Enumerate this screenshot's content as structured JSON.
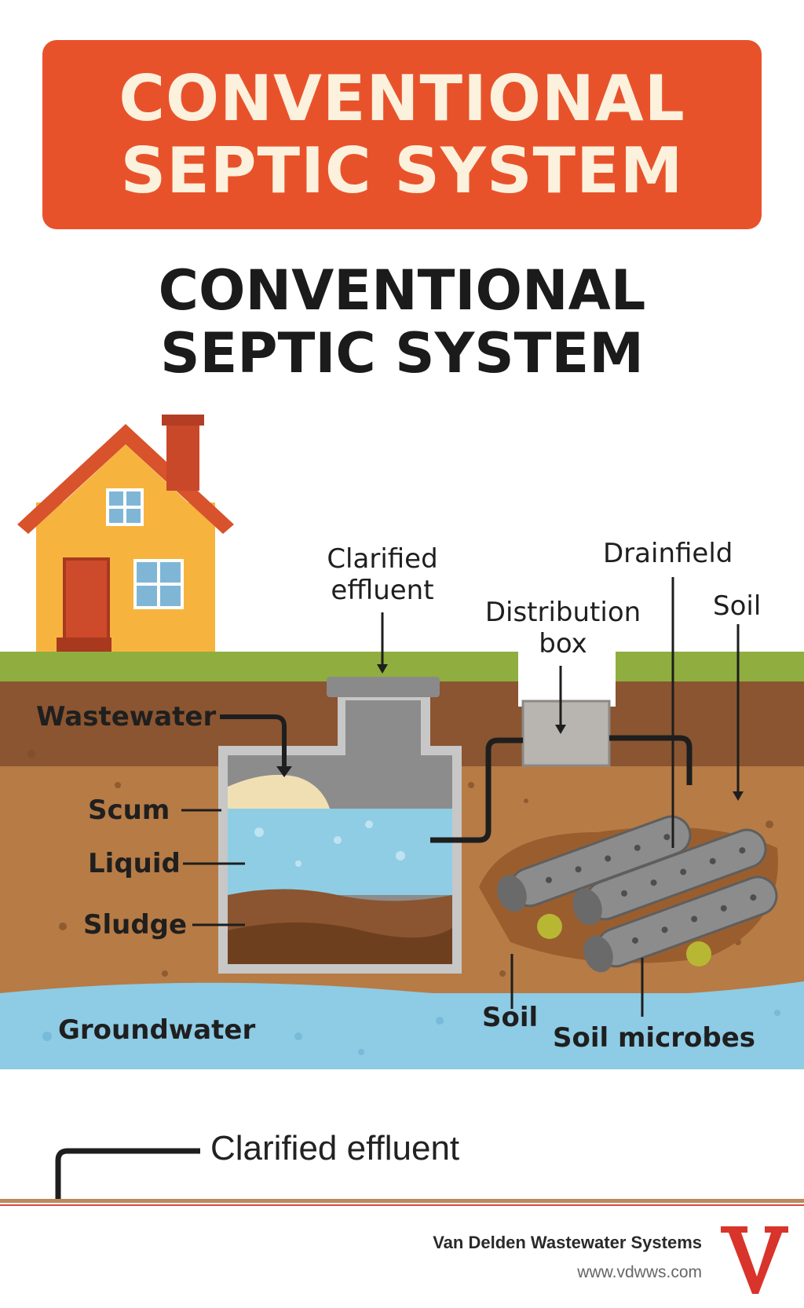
{
  "banner": {
    "line1": "CONVENTIONAL",
    "line2": "SEPTIC SYSTEM"
  },
  "heading": {
    "line1": "CONVENTIONAL",
    "line2": "SEPTIC SYSTEM"
  },
  "labels": {
    "clarified_effluent_top_1": "Clarified",
    "clarified_effluent_top_2": "effluent",
    "drainfield": "Drainfield",
    "distribution_box_1": "Distribution",
    "distribution_box_2": "box",
    "soil_top": "Soil",
    "wastewater": "Wastewater",
    "scum": "Scum",
    "liquid": "Liquid",
    "sludge": "Sludge",
    "groundwater": "Groundwater",
    "soil_bottom": "Soil",
    "soil_microbes": "Soil microbes"
  },
  "legend": {
    "clarified_effluent": "Clarified effluent"
  },
  "footer": {
    "company": "Van Delden Wastewater Systems",
    "website": "www.vdwws.com",
    "logo_letter": "V"
  },
  "colors": {
    "banner": "#e8522b",
    "grass": "#8fae3f",
    "topsoil": "#8a5530",
    "subsoil": "#b77b45",
    "water": "#8fcde4",
    "groundwater": "#8ecbe5",
    "logo": "#d9342b"
  }
}
